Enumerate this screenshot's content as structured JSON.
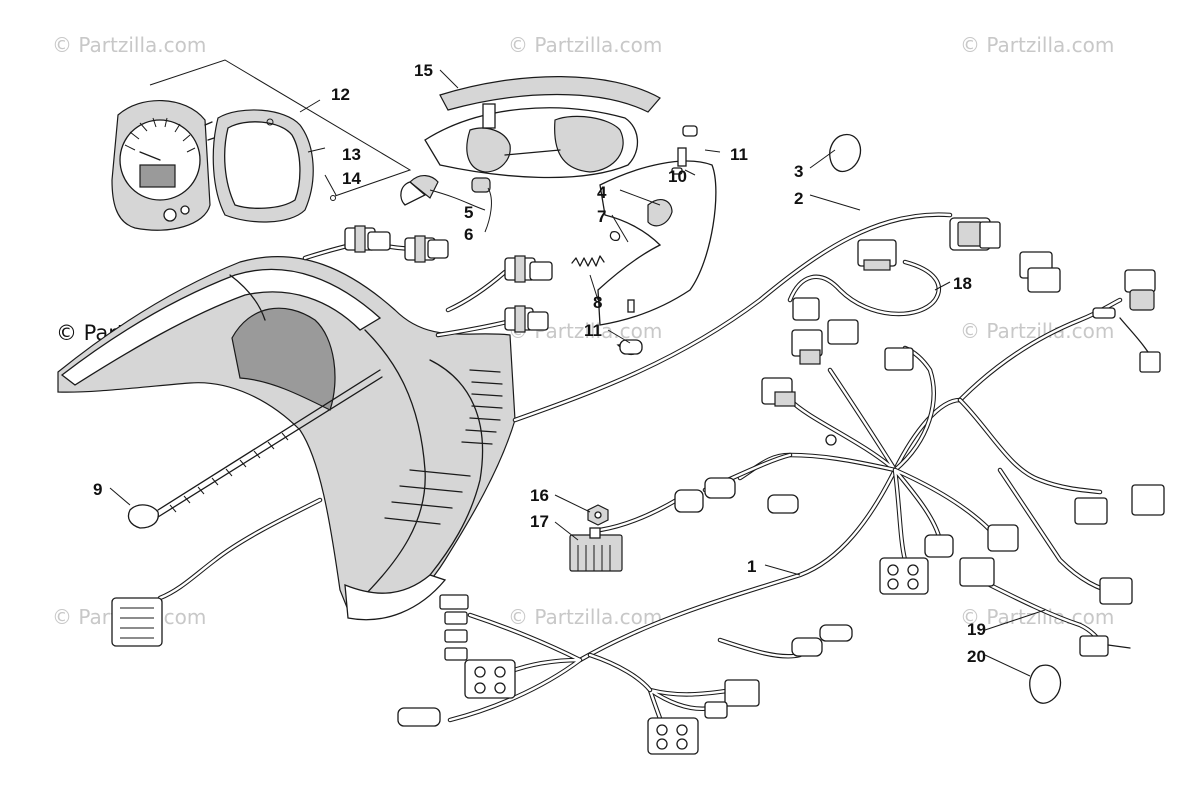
{
  "watermarks": [
    "© Partzilla.com",
    "© Partzilla.com",
    "© Partzilla.com",
    "© Partzilla.com",
    "© Partzilla.com",
    "© Partzilla.com",
    "© Partzilla.com",
    "© Partzilla.com"
  ],
  "main_watermark": "© Partzilla.com",
  "callouts": [
    "1",
    "2",
    "3",
    "4",
    "5",
    "6",
    "7",
    "8",
    "9",
    "10",
    "11",
    "11",
    "12",
    "13",
    "14",
    "15",
    "16",
    "17",
    "18",
    "19",
    "20"
  ]
}
